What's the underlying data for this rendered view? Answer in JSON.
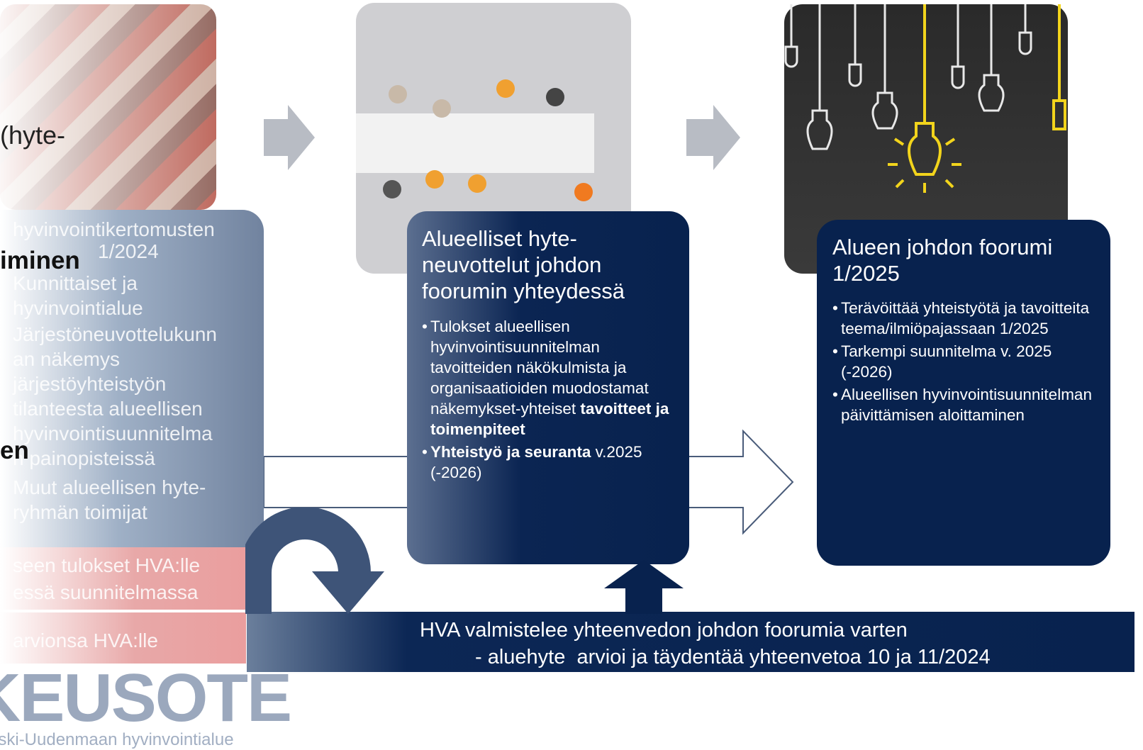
{
  "left": {
    "hyte_fragment": "(hyte-",
    "bold_fragment_1": "iminen",
    "bold_fragment_2": "en",
    "box_lines": [
      "hyvinvointikertomusten",
      "1/2024",
      "Kunnittaiset ja",
      "hyvinvointialue",
      "Järjestöneuvottelukunn",
      "an näkemys",
      "järjestöyhteistyön",
      "tilanteesta alueellisen",
      "hyvinvointisuunnitelma",
      "n painopisteissä",
      "Muut alueellisen hyte-",
      "ryhmän toimijat"
    ],
    "pink1_lines": [
      "seen tulokset HVA:lle",
      "essä suunnitelmassa"
    ],
    "pink2_line": "arvionsa HVA:lle",
    "logo": "KEUSOTE",
    "logo_sub": "Keski-Uudenmaan hyvinvointialue"
  },
  "middle": {
    "title": "Alueelliset hyte-neuvottelut johdon foorumin yhteydessä",
    "b1_plain": "Tulokset alueellisen hyvinvointisuunnitelman tavoitteiden näkökulmista ja organisaatioiden muodostamat näkemykset-yhteiset ",
    "b1_bold": "tavoitteet ja toimenpiteet",
    "b2_bold": "Yhteistyö ja seuranta",
    "b2_plain": " v.2025 (-2026)"
  },
  "right": {
    "title": "Alueen johdon foorumi 1/2025",
    "bullets": [
      "Terävöittää yhteistyötä ja tavoitteita teema/ilmiöpajassaan 1/2025",
      "Tarkempi suunnitelma v. 2025 (-2026)",
      "Alueellisen hyvinvointisuunnitelman päivittämisen aloittaminen"
    ]
  },
  "banner": {
    "line1": "HVA valmistelee yhteenvedon johdon foorumia varten",
    "line2": "- aluehyte  arvioi ja täydentää yhteenvetoa 10 ja 11/2024"
  },
  "colors": {
    "navy": "#08224e",
    "arrow_gray": "#b8bcc4",
    "pink": "#ea9e9e",
    "bulb_yellow": "#f2d41c"
  }
}
